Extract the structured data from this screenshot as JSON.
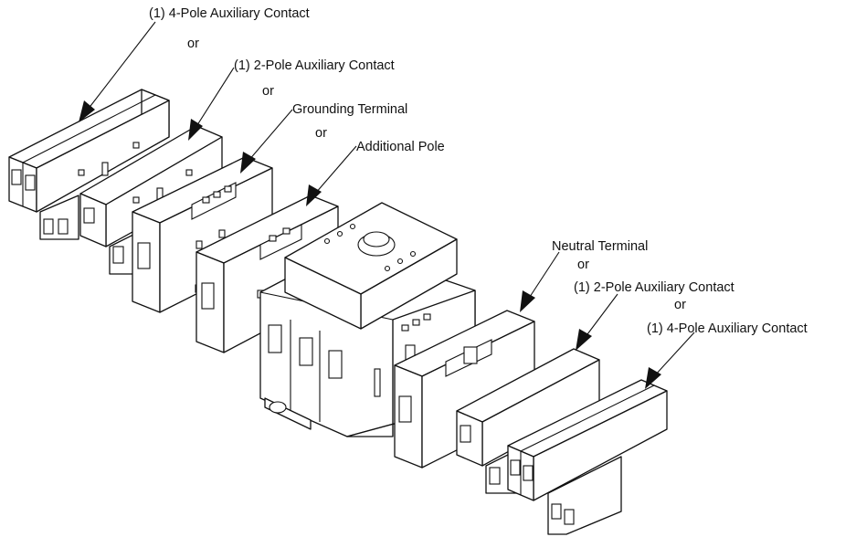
{
  "labels": {
    "left_aux4": "(1) 4-Pole Auxiliary Contact",
    "left_or_1": "or",
    "left_aux2": "(1) 2-Pole Auxiliary Contact",
    "left_or_2": "or",
    "grounding_terminal": "Grounding Terminal",
    "left_or_3": "or",
    "additional_pole": "Additional Pole",
    "neutral_terminal": "Neutral Terminal",
    "right_or_1": "or",
    "right_aux2": "(1) 2-Pole Auxiliary Contact",
    "right_or_2": "or",
    "right_aux4": "(1) 4-Pole Auxiliary Contact"
  },
  "colors": {
    "line": "#111111",
    "background": "#ffffff"
  }
}
